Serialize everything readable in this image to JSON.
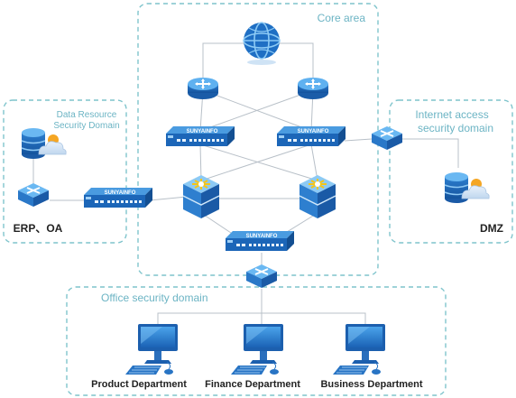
{
  "zones": {
    "core": {
      "label": "Core area"
    },
    "data_resource": {
      "label_line1": "Data Resource",
      "label_line2": "Security Domain"
    },
    "internet": {
      "label_line1": "Internet access",
      "label_line2": "security domain"
    },
    "office": {
      "label": "Office security domain"
    }
  },
  "devices": {
    "brand": "SUNYAINFO"
  },
  "nodes": {
    "erp_oa": "ERP、OA",
    "dmz": "DMZ",
    "product": "Product Department",
    "finance": "Finance Department",
    "business": "Business Department"
  },
  "colors": {
    "zone_border": "#7fc4cc",
    "zone_text": "#6cb4c4",
    "device_blue": "#1e73c8",
    "device_top": "#4a9be0",
    "line": "#b8c0c8",
    "cloud": "#f5a623"
  }
}
